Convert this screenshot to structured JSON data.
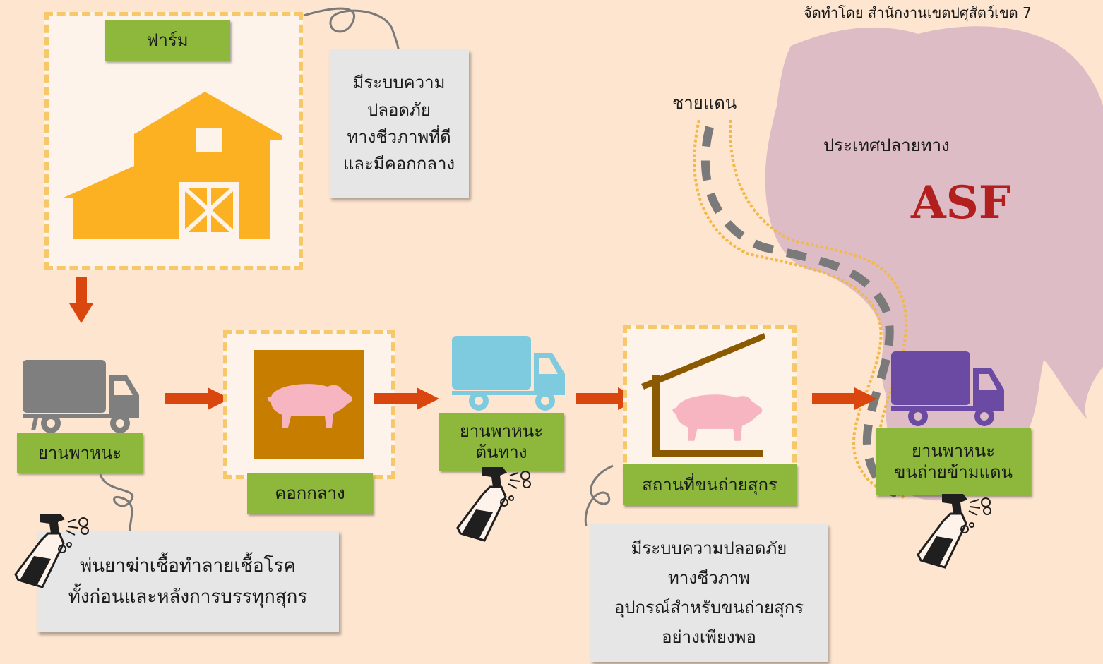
{
  "credit": "จัดทำโดย สำนักงานเขตปศุสัตว์เขต 7",
  "farm": {
    "label": "ฟาร์ม"
  },
  "farm_note": {
    "lines": [
      "มีระบบความ",
      "ปลอดภัย",
      "ทางชีวภาพที่ดี",
      "และมีคอกกลาง"
    ]
  },
  "truck1": {
    "label": "ยานพาหนะ"
  },
  "spray_note": {
    "lines": [
      "พ่นยาฆ่าเชื้อทำลายเชื้อโรค",
      "ทั้งก่อนและหลังการบรรทุกสุกร"
    ]
  },
  "pen": {
    "label": "คอกกลาง"
  },
  "truck2": {
    "label_line1": "ยานพาหนะ",
    "label_line2": "ต้นทาง"
  },
  "loading": {
    "label": "สถานที่ขนถ่ายสุกร"
  },
  "loading_note": {
    "lines": [
      "มีระบบความปลอดภัย",
      "ทางชีวภาพ",
      "อุปกรณ์สำหรับขนถ่ายสุกร",
      "อย่างเพียงพอ"
    ]
  },
  "truck3": {
    "label_line1": "ยานพาหนะ",
    "label_line2": "ขนถ่ายข้ามแดน"
  },
  "border_label": "ชายแดน",
  "destination_label": "ประเทศปลายทาง",
  "disease_label": "ASF",
  "icons": {
    "farm": "barn-icon",
    "truck1": "truck-icon",
    "pen": "pig-icon",
    "truck2": "truck-icon",
    "loading": "shelter-pig-icon",
    "truck3": "truck-icon",
    "spray": "spray-bottle-icon",
    "arrow": "arrow-icon"
  },
  "colors": {
    "background": "#fde5cf",
    "barn": "#fbb122",
    "truck1": "#7f7f7f",
    "truck2": "#7ecbe0",
    "truck3": "#6a4aa2",
    "arrow": "#d9470e",
    "label_green": "#8db83c",
    "pig": "#f7b4c1",
    "pen_bg": "#c77d00",
    "shelter": "#8b5a00",
    "map": "#ddbcc6",
    "asf_text": "#b21f1f"
  }
}
